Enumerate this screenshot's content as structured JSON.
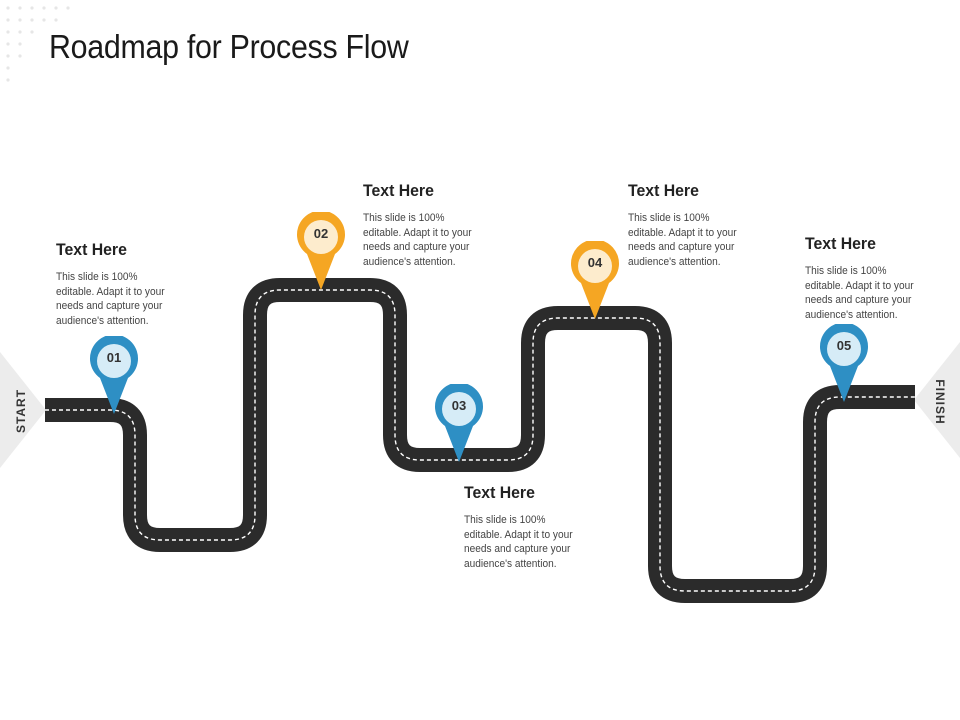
{
  "slide": {
    "title": "Roadmap for Process Flow",
    "start_label": "START",
    "finish_label": "FINISH"
  },
  "colors": {
    "road": "#2b2b2b",
    "road_marking": "#ffffff",
    "pin_blue": "#2e8fc4",
    "pin_blue_inner": "#d6ecf7",
    "pin_orange": "#f5a623",
    "pin_orange_inner": "#fdeccd",
    "flag": "#ececec"
  },
  "steps": [
    {
      "number": "01",
      "color": "blue",
      "heading": "Text Here",
      "body": "This slide is 100% editable. Adapt it to your needs and capture your audience's attention."
    },
    {
      "number": "02",
      "color": "orange",
      "heading": "Text Here",
      "body": "This slide is 100% editable. Adapt it to your needs and capture your audience's attention."
    },
    {
      "number": "03",
      "color": "blue",
      "heading": "Text Here",
      "body": "This slide is 100% editable. Adapt it to your needs and capture your audience's attention."
    },
    {
      "number": "04",
      "color": "orange",
      "heading": "Text Here",
      "body": "This slide is 100% editable. Adapt it to your needs and capture your audience's attention."
    },
    {
      "number": "05",
      "color": "blue",
      "heading": "Text Here",
      "body": "This slide is 100% editable. Adapt it to your needs and capture your audience's attention."
    }
  ]
}
